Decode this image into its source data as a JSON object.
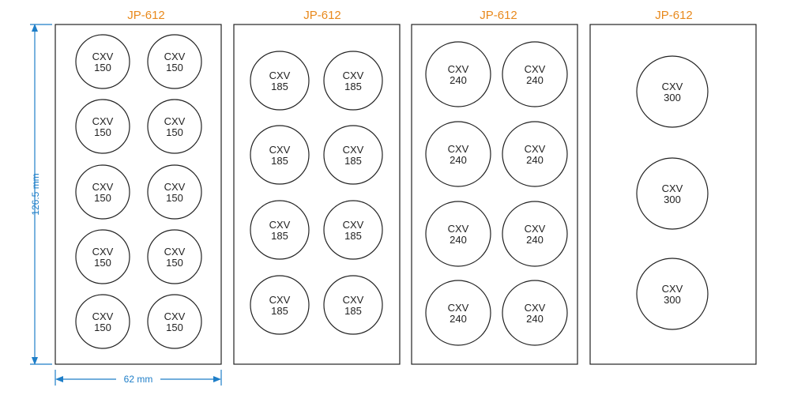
{
  "dimensions": {
    "width_label": "62 mm",
    "height_label": "126.5 mm"
  },
  "colors": {
    "title": "#e8891c",
    "dimension": "#1e7ec8",
    "outline": "#222222"
  },
  "panels": [
    {
      "title": "JP-612",
      "holes": [
        {
          "line1": "CXV",
          "line2": "150"
        },
        {
          "line1": "CXV",
          "line2": "150"
        },
        {
          "line1": "CXV",
          "line2": "150"
        },
        {
          "line1": "CXV",
          "line2": "150"
        },
        {
          "line1": "CXV",
          "line2": "150"
        },
        {
          "line1": "CXV",
          "line2": "150"
        },
        {
          "line1": "CXV",
          "line2": "150"
        },
        {
          "line1": "CXV",
          "line2": "150"
        },
        {
          "line1": "CXV",
          "line2": "150"
        },
        {
          "line1": "CXV",
          "line2": "150"
        }
      ]
    },
    {
      "title": "JP-612",
      "holes": [
        {
          "line1": "CXV",
          "line2": "185"
        },
        {
          "line1": "CXV",
          "line2": "185"
        },
        {
          "line1": "CXV",
          "line2": "185"
        },
        {
          "line1": "CXV",
          "line2": "185"
        },
        {
          "line1": "CXV",
          "line2": "185"
        },
        {
          "line1": "CXV",
          "line2": "185"
        },
        {
          "line1": "CXV",
          "line2": "185"
        },
        {
          "line1": "CXV",
          "line2": "185"
        }
      ]
    },
    {
      "title": "JP-612",
      "holes": [
        {
          "line1": "CXV",
          "line2": "240"
        },
        {
          "line1": "CXV",
          "line2": "240"
        },
        {
          "line1": "CXV",
          "line2": "240"
        },
        {
          "line1": "CXV",
          "line2": "240"
        },
        {
          "line1": "CXV",
          "line2": "240"
        },
        {
          "line1": "CXV",
          "line2": "240"
        },
        {
          "line1": "CXV",
          "line2": "240"
        },
        {
          "line1": "CXV",
          "line2": "240"
        }
      ]
    },
    {
      "title": "JP-612",
      "holes": [
        {
          "line1": "CXV",
          "line2": "300"
        },
        {
          "line1": "CXV",
          "line2": "300"
        },
        {
          "line1": "CXV",
          "line2": "300"
        }
      ]
    }
  ]
}
